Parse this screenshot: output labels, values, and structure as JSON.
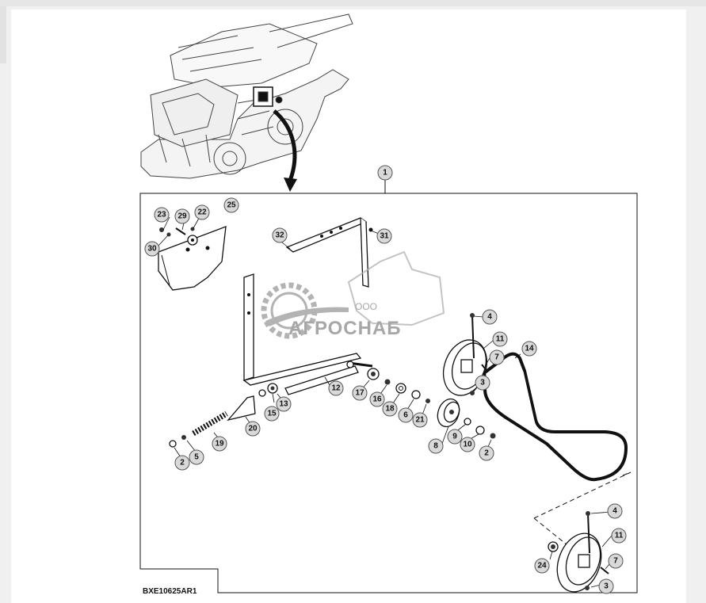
{
  "figure": {
    "code": "BXE10625AR1"
  },
  "watermark": {
    "company": "ООО",
    "brand": "АГРОСНАБ"
  },
  "callouts": [
    {
      "id": "c1",
      "label": "1"
    },
    {
      "id": "c23",
      "label": "23"
    },
    {
      "id": "c29",
      "label": "29"
    },
    {
      "id": "c22",
      "label": "22"
    },
    {
      "id": "c25",
      "label": "25"
    },
    {
      "id": "c30",
      "label": "30"
    },
    {
      "id": "c32",
      "label": "32"
    },
    {
      "id": "c31",
      "label": "31"
    },
    {
      "id": "c4a",
      "label": "4"
    },
    {
      "id": "c11a",
      "label": "11"
    },
    {
      "id": "c14",
      "label": "14"
    },
    {
      "id": "c7a",
      "label": "7"
    },
    {
      "id": "c3a",
      "label": "3"
    },
    {
      "id": "c17",
      "label": "17"
    },
    {
      "id": "c16",
      "label": "16"
    },
    {
      "id": "c18",
      "label": "18"
    },
    {
      "id": "c6",
      "label": "6"
    },
    {
      "id": "c21",
      "label": "21"
    },
    {
      "id": "c12",
      "label": "12"
    },
    {
      "id": "c13",
      "label": "13"
    },
    {
      "id": "c15",
      "label": "15"
    },
    {
      "id": "c20",
      "label": "20"
    },
    {
      "id": "c19",
      "label": "19"
    },
    {
      "id": "c5",
      "label": "5"
    },
    {
      "id": "c2a",
      "label": "2"
    },
    {
      "id": "c9",
      "label": "9"
    },
    {
      "id": "c10",
      "label": "10"
    },
    {
      "id": "c8",
      "label": "8"
    },
    {
      "id": "c2b",
      "label": "2"
    },
    {
      "id": "c4b",
      "label": "4"
    },
    {
      "id": "c11b",
      "label": "11"
    },
    {
      "id": "c24",
      "label": "24"
    },
    {
      "id": "c7b",
      "label": "7"
    },
    {
      "id": "c3b",
      "label": "3"
    }
  ]
}
